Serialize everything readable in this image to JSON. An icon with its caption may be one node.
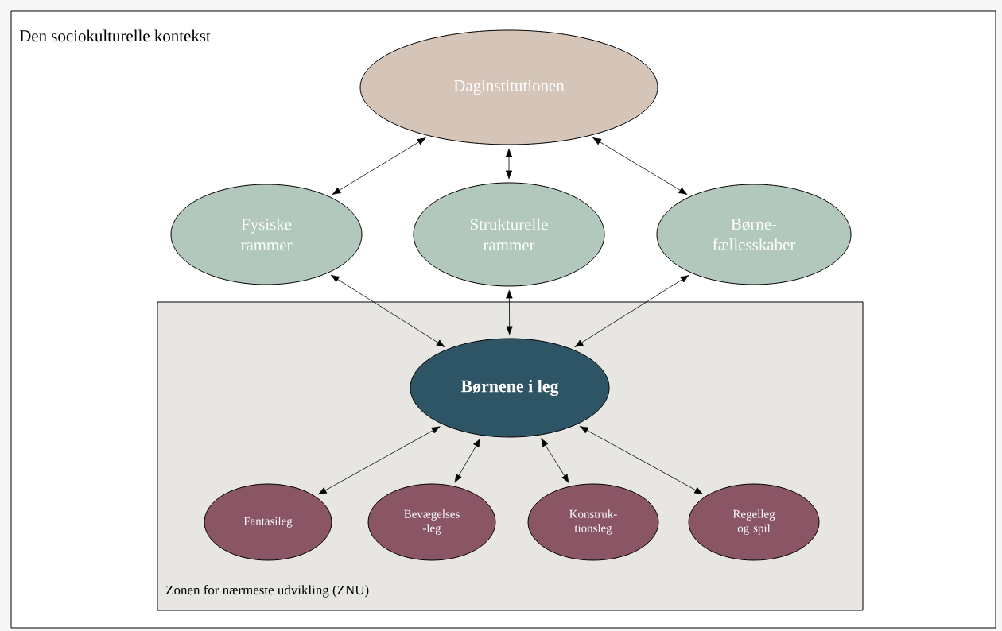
{
  "diagram": {
    "nodes": [
      {
        "text": [
          "Den sociokulturelle kontekst"
        ]
      },
      {
        "text": [
          "Daginstitutionen"
        ],
        "in": 0
      },
      {
        "text": [
          "Fysiske rammer"
        ],
        "in": 0
      },
      {
        "text": [
          "Strukturelle rammer"
        ],
        "in": 0
      },
      {
        "text": [
          "Børne- fællesskaber"
        ],
        "in": 0
      },
      {
        "text": [
          "Zonen for nærmeste udvikling (ZNU)"
        ],
        "in": 0
      },
      {
        "text": [
          "Børnene i leg"
        ],
        "in": 5
      },
      {
        "text": [
          "Fantasileg"
        ],
        "in": 5
      },
      {
        "text": [
          "Bevægelses -leg"
        ],
        "in": 5
      },
      {
        "text": [
          "Konstruk- tionsleg"
        ],
        "in": 5
      },
      {
        "text": [
          "Regelleg og spil"
        ],
        "in": 5
      }
    ],
    "edges": [
      {
        "from": 1,
        "to": 2,
        "arrow": "both"
      },
      {
        "from": 1,
        "to": 3,
        "arrow": "both"
      },
      {
        "from": 1,
        "to": 4,
        "arrow": "both"
      },
      {
        "from": 2,
        "to": 6,
        "arrow": "both"
      },
      {
        "from": 3,
        "to": 6,
        "arrow": "both"
      },
      {
        "from": 4,
        "to": 6,
        "arrow": "both"
      },
      {
        "from": 6,
        "to": 7,
        "arrow": "both"
      },
      {
        "from": 6,
        "to": 8,
        "arrow": "both"
      },
      {
        "from": 6,
        "to": 9,
        "arrow": "both"
      },
      {
        "from": 6,
        "to": 10,
        "arrow": "both"
      }
    ]
  }
}
